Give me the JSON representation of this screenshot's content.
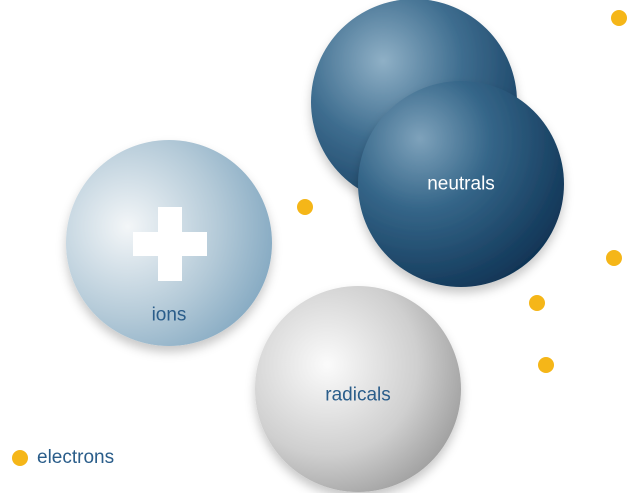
{
  "diagram": {
    "spheres": {
      "neutrals": {
        "label": "neutrals"
      },
      "ions": {
        "label": "ions",
        "symbol": "plus"
      },
      "radicals": {
        "label": "radicals"
      }
    },
    "legend": {
      "label": "electrons"
    }
  },
  "colors": {
    "electron": "#f5b618",
    "label_blue": "#2a5d8a",
    "label_white": "#ffffff",
    "neutral_dark": "#0f3659",
    "neutral_light": "#8fb0c6",
    "ion_light": "#f3f6f8",
    "ion_dark": "#7aa2bd",
    "radical_light": "#fbfbfb",
    "radical_dark": "#8e8e8e"
  }
}
